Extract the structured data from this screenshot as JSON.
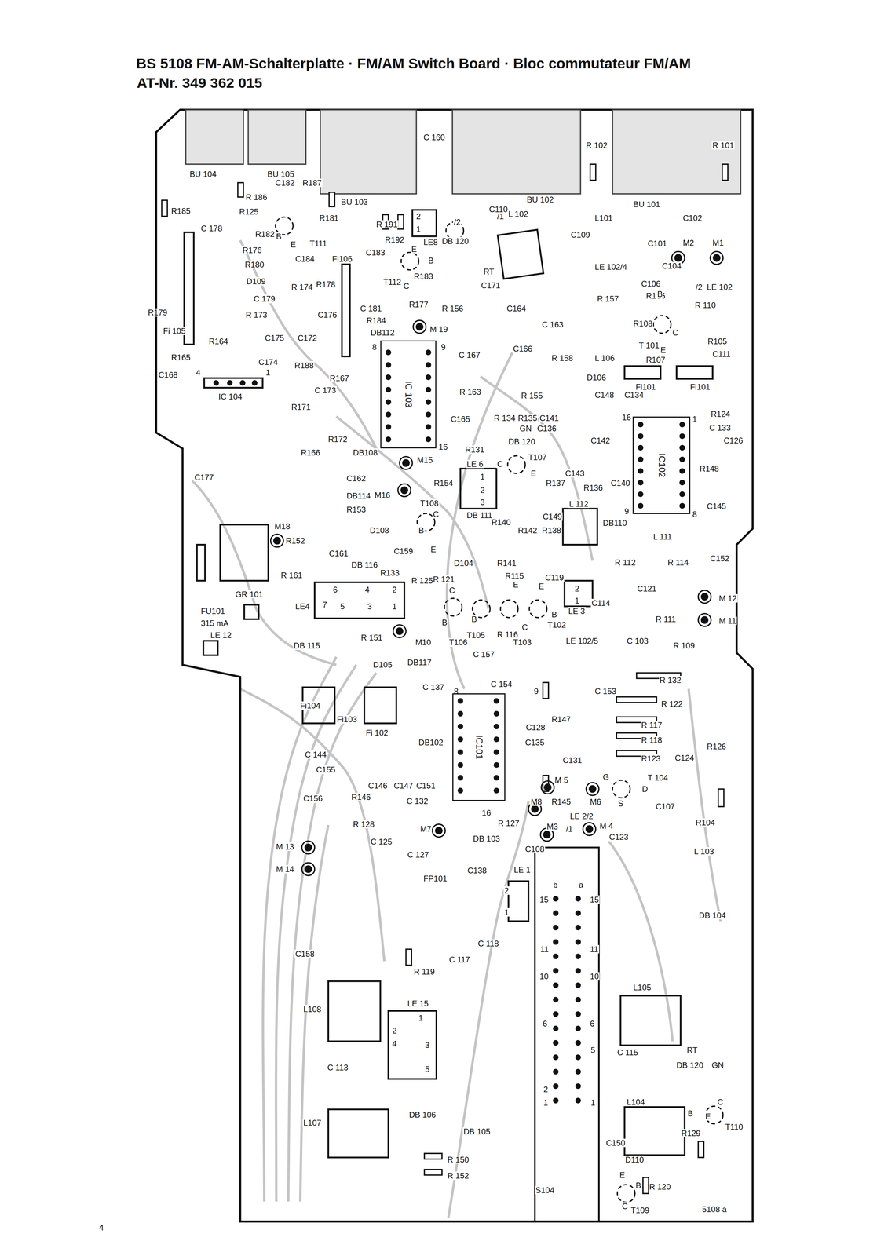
{
  "diagram": {
    "title": "BS 5108 FM-AM-Schalterplatte · FM/AM Switch Board · Bloc commutateur FM/AM",
    "nodes": [
      {
        "text": [
          "IC 103"
        ]
      },
      {
        "text": [
          "IC102"
        ]
      },
      {
        "text": [
          "IC101"
        ]
      }
    ],
    "labels": [
      "AT-Nr. 349 362 015",
      "C 160",
      "R 102",
      "R 101",
      "BU 104",
      "BU 105",
      "C182",
      "R187",
      "R 186",
      "BU 103",
      "BU 102",
      "BU 101",
      "C110",
      "R185",
      "R125",
      "R181",
      "R 191",
      "2",
      "1",
      "LE8",
      "/2",
      "/1",
      "L 102",
      "L101",
      "C102",
      "C 178",
      "R182",
      "B",
      "E",
      "T111",
      "R192",
      "DB 120",
      "C109",
      "C101",
      "M2",
      "M1",
      "R176",
      "Fi106",
      "C183",
      "E",
      "B",
      "RT",
      "LE 102/4",
      "C104",
      "R180",
      "C184",
      "D109",
      "R 174",
      "R178",
      "T112",
      "C",
      "R183",
      "C171",
      "C106",
      "/2",
      "LE 102",
      "R106",
      "C 179",
      "C 181",
      "R177",
      "R 156",
      "C164",
      "R 157",
      "B",
      "R 110",
      "R179",
      "R 173",
      "C176",
      "R184",
      "M 19",
      "C 163",
      "R108",
      "R105",
      "T 101",
      "E",
      "C",
      "C111",
      "Fi 105",
      "R164",
      "C175",
      "C172",
      "DB112",
      "8",
      "9",
      "C 167",
      "C166",
      "R 158",
      "L 106",
      "R107",
      "R165",
      "C174",
      "R188",
      "D106",
      "Fi101",
      "Fi101",
      "C168",
      "4",
      "1",
      "IC 104",
      "R167",
      "C 173",
      "R 163",
      "R 155",
      "C148",
      "C134",
      "R171",
      "C165",
      "R 134",
      "R135",
      "C141",
      "16",
      "1",
      "R124",
      "GN",
      "C136",
      "C 133",
      "C126",
      "R172",
      "R166",
      "16",
      "DB 120",
      "C142",
      "R131",
      "T107",
      "C",
      "E",
      "C143",
      "R148",
      "DB108",
      "M15",
      "C177",
      "C162",
      "R154",
      "LE 6",
      "1",
      "2",
      "3",
      "R136",
      "C140",
      "9",
      "8",
      "C145",
      "DB114",
      "M16",
      "T108",
      "C",
      "R153",
      "R137",
      "DB 111",
      "R140",
      "R142",
      "R138",
      "C149",
      "L 112",
      "DB110",
      "L 111",
      "M18",
      "D108",
      "B",
      "R152",
      "D104",
      "R141",
      "C161",
      "C159",
      "E",
      "R 112",
      "R 114",
      "C152",
      "C119",
      "R115",
      "R 121",
      "R 161",
      "DB 116",
      "R133",
      "R 125",
      "C114",
      "C121",
      "C",
      "E",
      "E",
      "M 12",
      "GR 101",
      "6",
      "4",
      "2",
      "7",
      "5",
      "3",
      "1",
      "LE4",
      "2",
      "1",
      "LE 3",
      "FU101",
      "315 mA",
      "M 11",
      "R 111",
      "B",
      "B",
      "T105",
      "R 116",
      "C",
      "B",
      "T102",
      "LE 12",
      "DB 115",
      "R 151",
      "M10",
      "T106",
      "T103",
      "LE 102/5",
      "C 103",
      "R 109",
      "D105",
      "DB117",
      "C 157",
      "C 137",
      "8",
      "C 154",
      "9",
      "R 132",
      "C 153",
      "Fi104",
      "Fi103",
      "Fi 102",
      "C128",
      "R147",
      "R 122",
      "R 117",
      "R 118",
      "C124",
      "R126",
      "C 144",
      "DB102",
      "C135",
      "C131",
      "R123",
      "C155",
      "C146",
      "C147",
      "C151",
      "G",
      "T 104",
      "D",
      "S",
      "C156",
      "R146",
      "C 132",
      "M 5",
      "M8",
      "R145",
      "M6",
      "C107",
      "R104",
      "R 128",
      "M7",
      "16",
      "R 127",
      "M3",
      "LE 2/2",
      "/1",
      "M 4",
      "C123",
      "M 13",
      "C 125",
      "C 127",
      "DB 103",
      "C108",
      "L 103",
      "M 14",
      "C138",
      "LE 1",
      "FP101",
      "b",
      "a",
      "15",
      "15",
      "2",
      "1",
      "DB 104",
      "C 118",
      "11",
      "11",
      "C158",
      "C 117",
      "R 119",
      "10",
      "10",
      "L105",
      "L108",
      "LE 15",
      "1",
      "2",
      "3",
      "4",
      "5",
      "6",
      "6",
      "5",
      "C 115",
      "RT",
      "DB 120",
      "GN",
      "C 113",
      "L104",
      "C",
      "2",
      "1",
      "1",
      "B",
      "E",
      "T110",
      "DB 106",
      "L107",
      "C150",
      "R129",
      "DB 105",
      "R 150",
      "D110",
      "R 152",
      "S104",
      "E",
      "B",
      "R 120",
      "C",
      "T109",
      "5108 a",
      "4"
    ]
  }
}
